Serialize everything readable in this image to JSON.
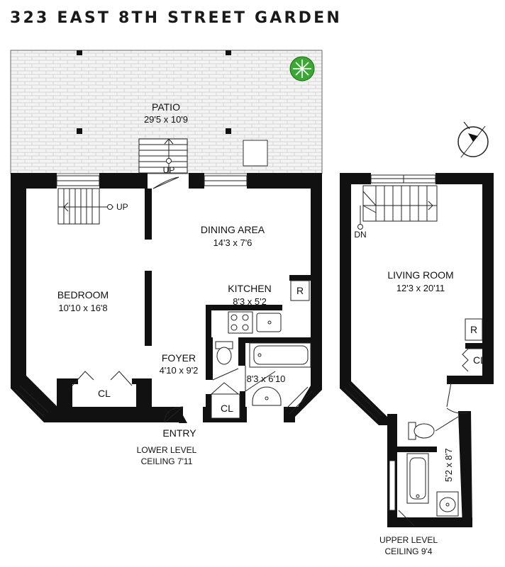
{
  "title": "323 EAST 8TH STREET GARDEN",
  "rooms": {
    "patio": {
      "name": "PATIO",
      "dims": "29'5 x 10'9"
    },
    "dining": {
      "name": "DINING AREA",
      "dims": "14'3 x 7'6"
    },
    "bedroom": {
      "name": "BEDROOM",
      "dims": "10'10 x 16'8"
    },
    "kitchen": {
      "name": "KITCHEN",
      "dims": "8'3 x 5'2"
    },
    "foyer": {
      "name": "FOYER",
      "dims": "4'10 x 9'2"
    },
    "bath_lower": {
      "dims": "8'3 x 6'10"
    },
    "living": {
      "name": "LIVING ROOM",
      "dims": "12'3 x 20'11"
    },
    "bath_upper": {
      "dims": "5'2 x 8'7"
    }
  },
  "labels": {
    "up": "UP",
    "dn": "DN",
    "closet": "CL",
    "fridge": "R",
    "entry": "ENTRY",
    "lower_level": "LOWER LEVEL",
    "lower_ceiling": "CEILING 7'11",
    "upper_level": "UPPER LEVEL",
    "upper_ceiling": "CEILING 9'4"
  },
  "colors": {
    "wall": "#111111",
    "patio_fill": "#f2f2f2",
    "plant": "#33a02c",
    "line": "#222222"
  },
  "icons": {
    "compass": "compass-icon",
    "plant": "plant-icon"
  }
}
